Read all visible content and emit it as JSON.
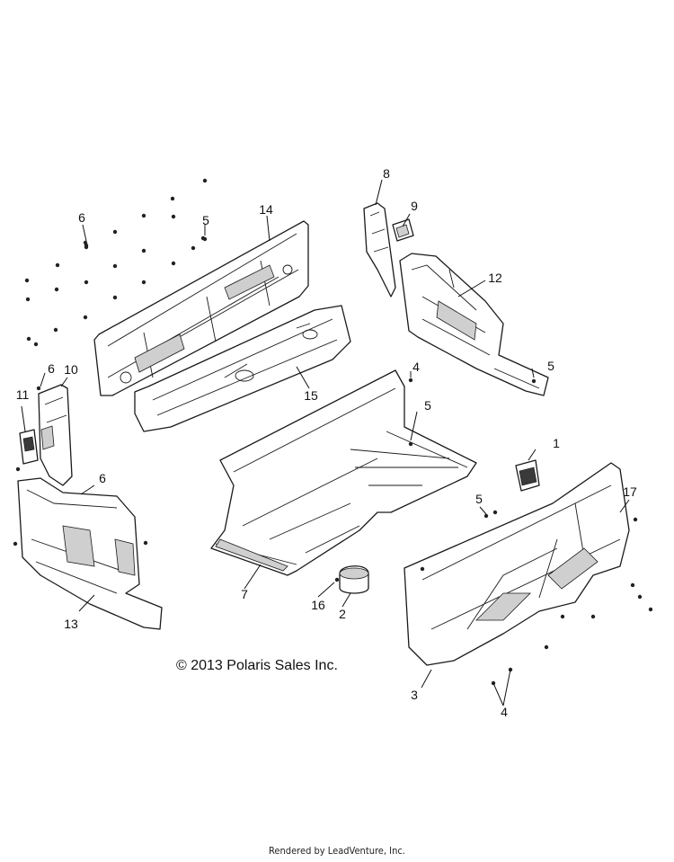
{
  "copyright": "© 2013 Polaris Sales Inc.",
  "footer": "Rendered by LeadVenture, Inc.",
  "callouts": [
    {
      "id": "c1",
      "label": "1"
    },
    {
      "id": "c2",
      "label": "2"
    },
    {
      "id": "c3",
      "label": "3"
    },
    {
      "id": "c4a",
      "label": "4"
    },
    {
      "id": "c4b",
      "label": "4"
    },
    {
      "id": "c5a",
      "label": "5"
    },
    {
      "id": "c5b",
      "label": "5"
    },
    {
      "id": "c5c",
      "label": "5"
    },
    {
      "id": "c5d",
      "label": "5"
    },
    {
      "id": "c6a",
      "label": "6"
    },
    {
      "id": "c6b",
      "label": "6"
    },
    {
      "id": "c6c",
      "label": "6"
    },
    {
      "id": "c7",
      "label": "7"
    },
    {
      "id": "c8",
      "label": "8"
    },
    {
      "id": "c9",
      "label": "9"
    },
    {
      "id": "c10",
      "label": "10"
    },
    {
      "id": "c11",
      "label": "11"
    },
    {
      "id": "c12",
      "label": "12"
    },
    {
      "id": "c13",
      "label": "13"
    },
    {
      "id": "c14",
      "label": "14"
    },
    {
      "id": "c15",
      "label": "15"
    },
    {
      "id": "c16",
      "label": "16"
    },
    {
      "id": "c17",
      "label": "17"
    }
  ]
}
